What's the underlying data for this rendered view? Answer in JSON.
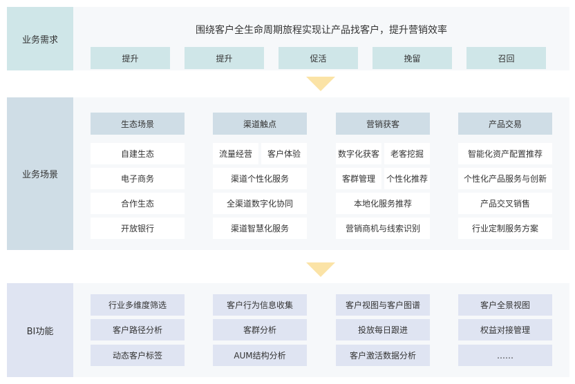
{
  "rows": {
    "demand": {
      "label": "业务需求",
      "title": "围绕客户全生命周期旅程实现让产品找客户，提升营销效率",
      "tags": [
        "提升",
        "提升",
        "促活",
        "挽留",
        "召回"
      ]
    },
    "scenario": {
      "label": "业务场景",
      "columns": [
        {
          "header": "生态场景",
          "rows": [
            [
              "自建生态"
            ],
            [
              "电子商务"
            ],
            [
              "合作生态"
            ],
            [
              "开放银行"
            ]
          ]
        },
        {
          "header": "渠道触点",
          "rows": [
            [
              "流量经营",
              "客户体验"
            ],
            [
              "渠道个性化服务"
            ],
            [
              "全渠道数字化协同"
            ],
            [
              "渠道智慧化服务"
            ]
          ]
        },
        {
          "header": "营销获客",
          "rows": [
            [
              "数字化获客",
              "老客挖掘"
            ],
            [
              "客群管理",
              "个性化推荐"
            ],
            [
              "本地化服务推荐"
            ],
            [
              "营销商机与线索识别"
            ]
          ]
        },
        {
          "header": "产品交易",
          "rows": [
            [
              "智能化资产配置推荐"
            ],
            [
              "个性化产品服务与创新"
            ],
            [
              "产品交叉销售"
            ],
            [
              "行业定制服务方案"
            ]
          ]
        }
      ]
    },
    "bi": {
      "label": "BI功能",
      "columns": [
        [
          "行业多维度筛选",
          "客户路径分析",
          "动态客户标签"
        ],
        [
          "客户行为信息收集",
          "客群分析",
          "AUM结构分析"
        ],
        [
          "客户视图与客户图谱",
          "投放每日跟进",
          "客户激活数据分析"
        ],
        [
          "客户全景视图",
          "权益对接管理",
          "……"
        ]
      ]
    }
  },
  "colors": {
    "demand_accent": "#cfe6e8",
    "scenario_accent": "#cfdde6",
    "bi_accent": "#dfe4f2",
    "panel_bg": "#f6f8fa",
    "arrow": "#fbe3a6"
  }
}
